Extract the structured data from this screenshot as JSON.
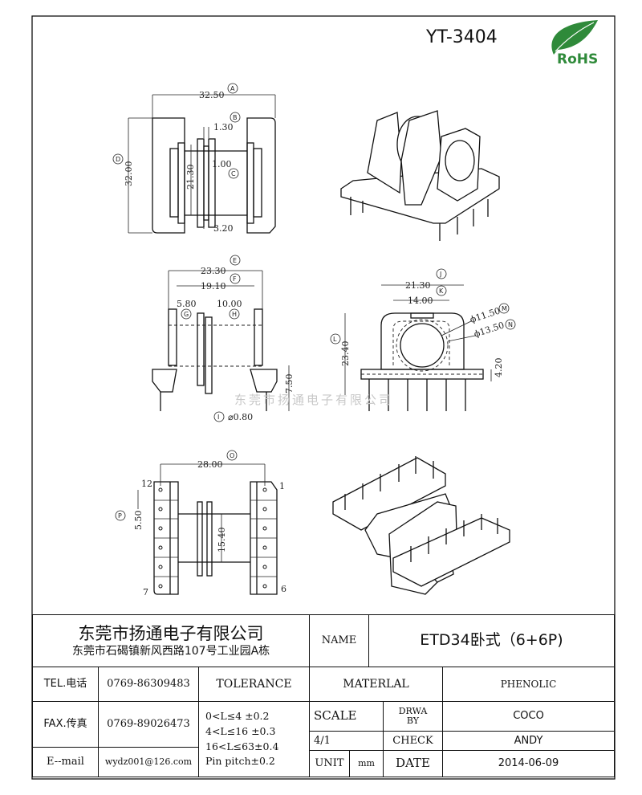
{
  "header": {
    "part_number": "YT-3404",
    "logo_text": "RoHS"
  },
  "watermark": "东莞市扬通电子有限公司",
  "views": {
    "top": {
      "A": {
        "tag": "A",
        "value": "32.50"
      },
      "B": {
        "tag": "B",
        "value": "1.30"
      },
      "C": {
        "tag": "C",
        "value": "1.00"
      },
      "D": {
        "tag": "D",
        "value": "32.00"
      },
      "inner_height": "21.30",
      "slot_width": "3.20"
    },
    "front": {
      "E": {
        "tag": "E",
        "value": "23.30"
      },
      "F": {
        "tag": "F",
        "value": "19.10"
      },
      "G": {
        "tag": "G",
        "value": "5.80"
      },
      "H": {
        "tag": "H",
        "value": "10.00"
      },
      "I": {
        "tag": "I",
        "value": "⌀0.80"
      },
      "pin_length": "7.50"
    },
    "side": {
      "J": {
        "tag": "J",
        "value": "21.30"
      },
      "K": {
        "tag": "K",
        "value": "14.00"
      },
      "L": {
        "tag": "L",
        "value": "23.40"
      },
      "M": {
        "tag": "M",
        "value": "ϕ11.50"
      },
      "N": {
        "tag": "N",
        "value": "ϕ13.50"
      },
      "base_height": "4.20"
    },
    "bottom": {
      "O": {
        "tag": "O",
        "value": "28.00"
      },
      "P": {
        "tag": "P",
        "value": "5.50"
      },
      "inner_height": "15.40",
      "pins": {
        "p12": "12",
        "p1": "1",
        "p7": "7",
        "p6": "6"
      }
    }
  },
  "title_block": {
    "company": "东莞市扬通电子有限公司",
    "address": "东莞市石碣镇新风西路107号工业园A栋",
    "name_label": "NAME",
    "name_value": "ETD34卧式（6+6P)",
    "tel_label": "TEL.电话",
    "tel_value": "0769-86309483",
    "fax_label": "FAX.传真",
    "fax_value": "0769-89026473",
    "email_label": "E--mail",
    "email_value": "wydz001@126.com",
    "tolerance_label": "TOLERANCE",
    "tolerances": [
      "0<L≤4   ±0.2",
      "4<L≤16  ±0.3",
      "16<L≤63±0.4",
      "Pin pitch±0.2"
    ],
    "material_label": "MATERLAL",
    "material_value": "PHENOLIC",
    "scale_label": "SCALE",
    "scale_value": "4/1",
    "drawn_label": "DRWA BY",
    "drawn_value": "COCO",
    "check_label": "CHECK",
    "check_value": "ANDY",
    "unit_label": "UNIT",
    "unit_value": "mm",
    "date_label": "DATE",
    "date_value": "2014-06-09"
  }
}
